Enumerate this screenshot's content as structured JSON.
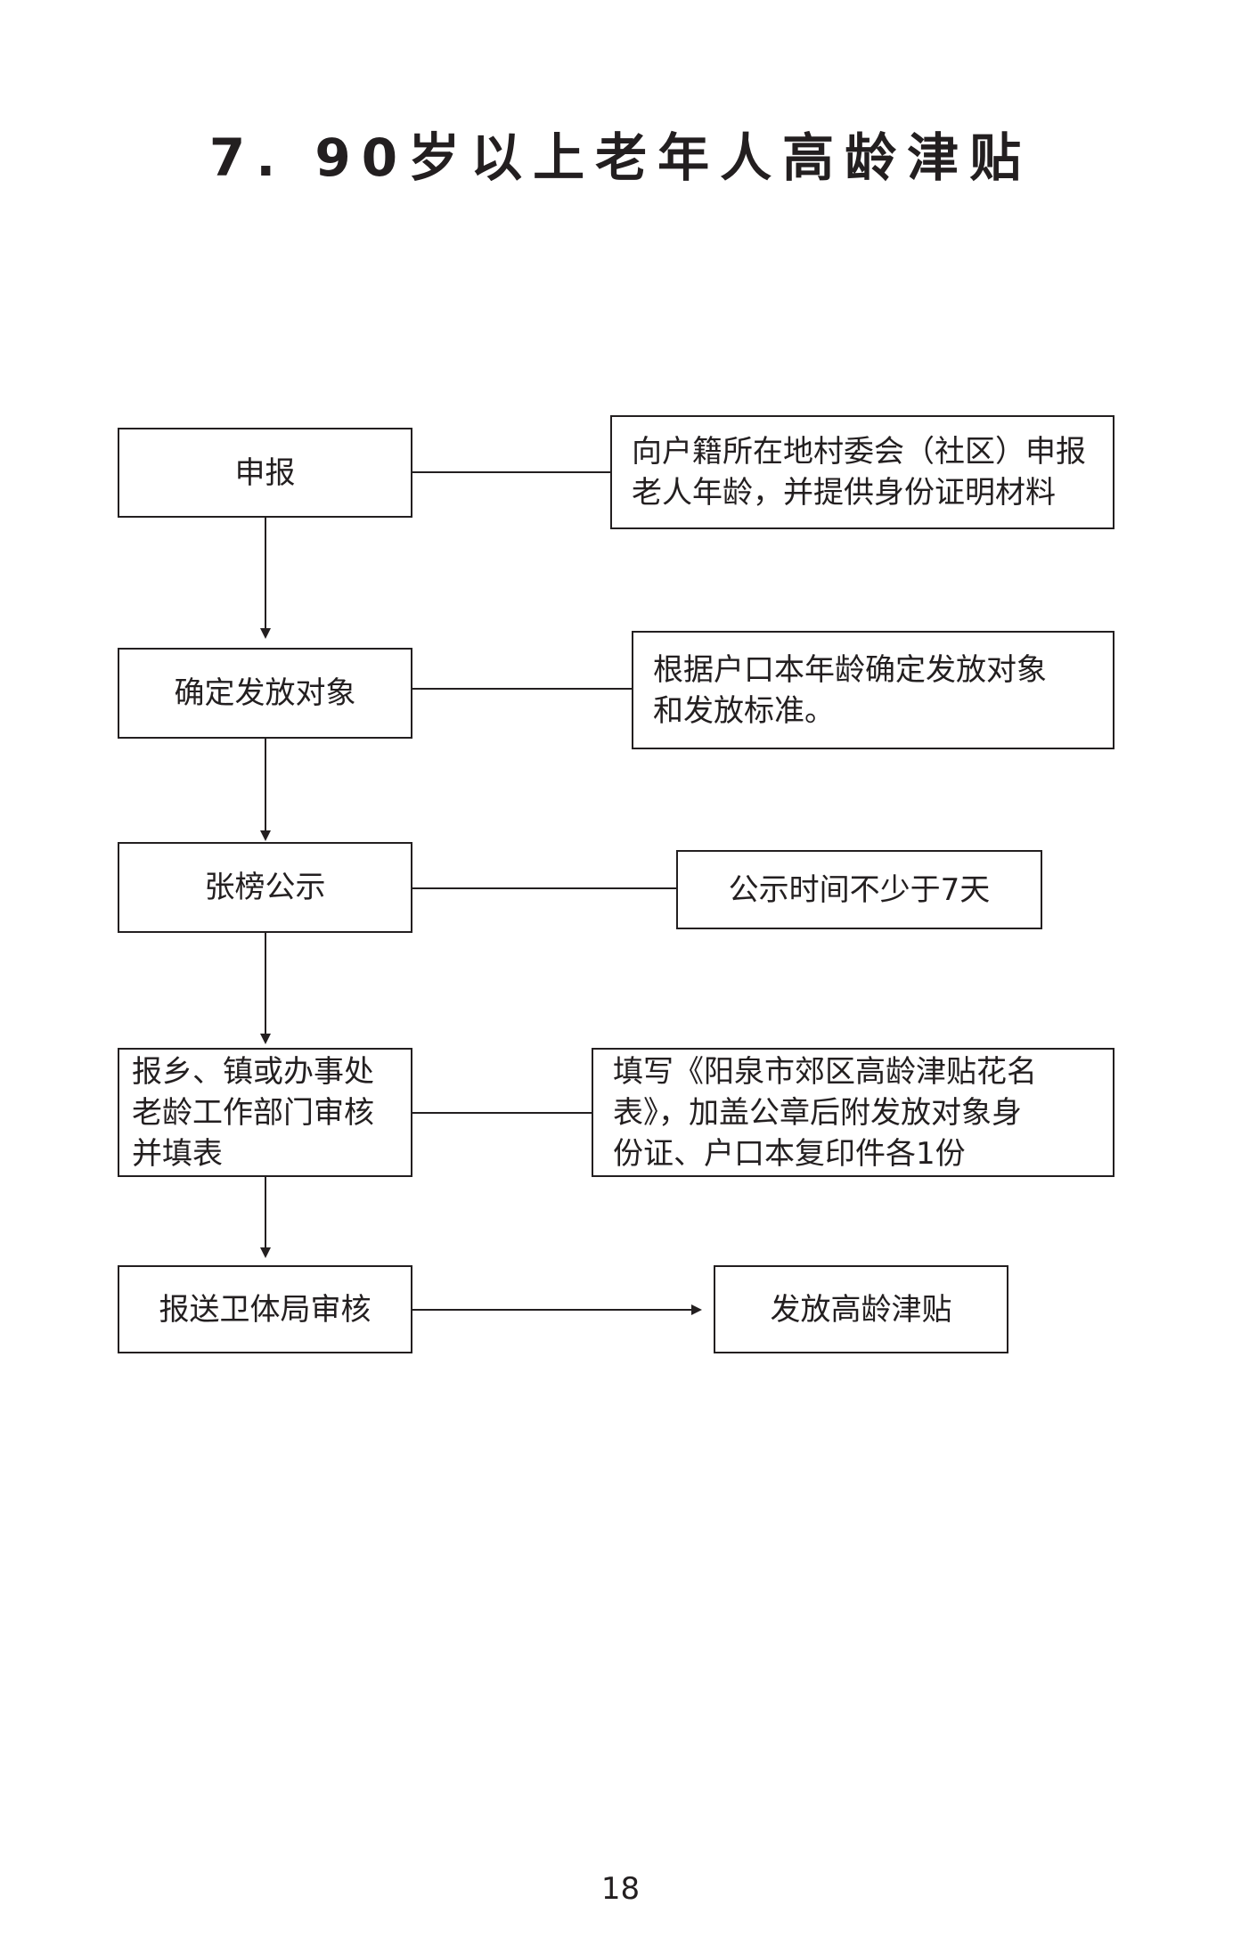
{
  "title": "7. 90岁以上老年人高龄津贴",
  "steps": [
    {
      "label": "申报"
    },
    {
      "label": "确定发放对象"
    },
    {
      "label": "张榜公示"
    },
    {
      "label": "报乡、镇或办事处\n老龄工作部门审核\n并填表"
    },
    {
      "label": "报送卫体局审核"
    }
  ],
  "notes": [
    {
      "text": "向户籍所在地村委会（社区）申报\n老人年龄，并提供身份证明材料"
    },
    {
      "text": "根据户口本年龄确定发放对象\n和发放标准。"
    },
    {
      "text": "公示时间不少于7天"
    },
    {
      "text": "填写《阳泉市郊区高龄津贴花名\n表》，加盖公章后附发放对象身\n份证、户口本复印件各1份"
    },
    {
      "text": "发放高龄津贴"
    }
  ],
  "page_number": "18"
}
